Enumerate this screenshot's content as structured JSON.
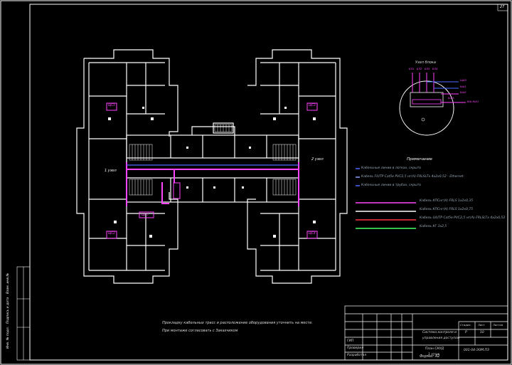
{
  "sheet": {
    "number": "27",
    "format": "Формат А2"
  },
  "title_block": {
    "system_title_line1": "Система контроля и",
    "system_title_line2": "управления доступом",
    "drawing_title_line1": "План СКУД",
    "drawing_title_line2": "1 этаж",
    "stage_header": "Стадия",
    "sheet_header": "Лист",
    "sheets_header": "Листов",
    "stage": "Р",
    "sheet_no": "10",
    "row_labels": [
      "ГИП",
      "Проверил",
      "Разработал"
    ],
    "doc_code": "001-04-ЭОМ.ПЗ"
  },
  "side_stamp": [
    "Инв. № подл.",
    "Подпись и дата",
    "Взам. инв.№"
  ],
  "notes": {
    "line1": "Прокладку кабельных трасс и расположение оборудования уточнить на месте.",
    "line2": "При монтаже согласовать с Заказчиком"
  },
  "legend": {
    "title": "Примечание",
    "items": [
      {
        "label": "Кабельные линии в лотках, скрыто",
        "color": "#4a6cff"
      },
      {
        "label": "Кабель F/UTP Cat5e PVC2,5 нг(А)-FRLSLTx 4х2х0,52 - Ethernet",
        "color": "#8fa0ff"
      },
      {
        "label": "Кабельные линии в трубах, скрыто",
        "color": "#4a6cff"
      },
      {
        "label": "Кабель КПСнг(А) FRLS 1х2х0,35",
        "color": "#ff44ff"
      },
      {
        "label": "Кабель КПСнг(А) FRLS 1х2х0,75",
        "color": "#ffffff"
      },
      {
        "label": "Кабель U/UTP Cat5e PVC2,5 нг(А)-FRLSLTx 4х2х0,52",
        "color": "#ff3344"
      },
      {
        "label": "Кабель КГ 3х2,5",
        "color": "#44ff66"
      }
    ]
  },
  "detail": {
    "title": "Узел блока",
    "tags": [
      "БЛ1",
      "БЛ2",
      "БЛ3",
      "БЛ4",
      "ЩАЭ",
      "КШ1",
      "БШ2",
      "БШ3",
      "ВШ-КШ1"
    ]
  },
  "labels": {
    "left_node": "1 узел",
    "right_node": "2 узел",
    "racks": [
      "ЩС1",
      "ЩС2",
      "ЩС3",
      "ЩС4",
      "ЩС5"
    ]
  },
  "colors": {
    "background": "#000000",
    "walls": "#ffffff",
    "cable_magenta": "#ff44ff",
    "cable_blue": "#4a6cff",
    "frame": "#ffffff"
  }
}
